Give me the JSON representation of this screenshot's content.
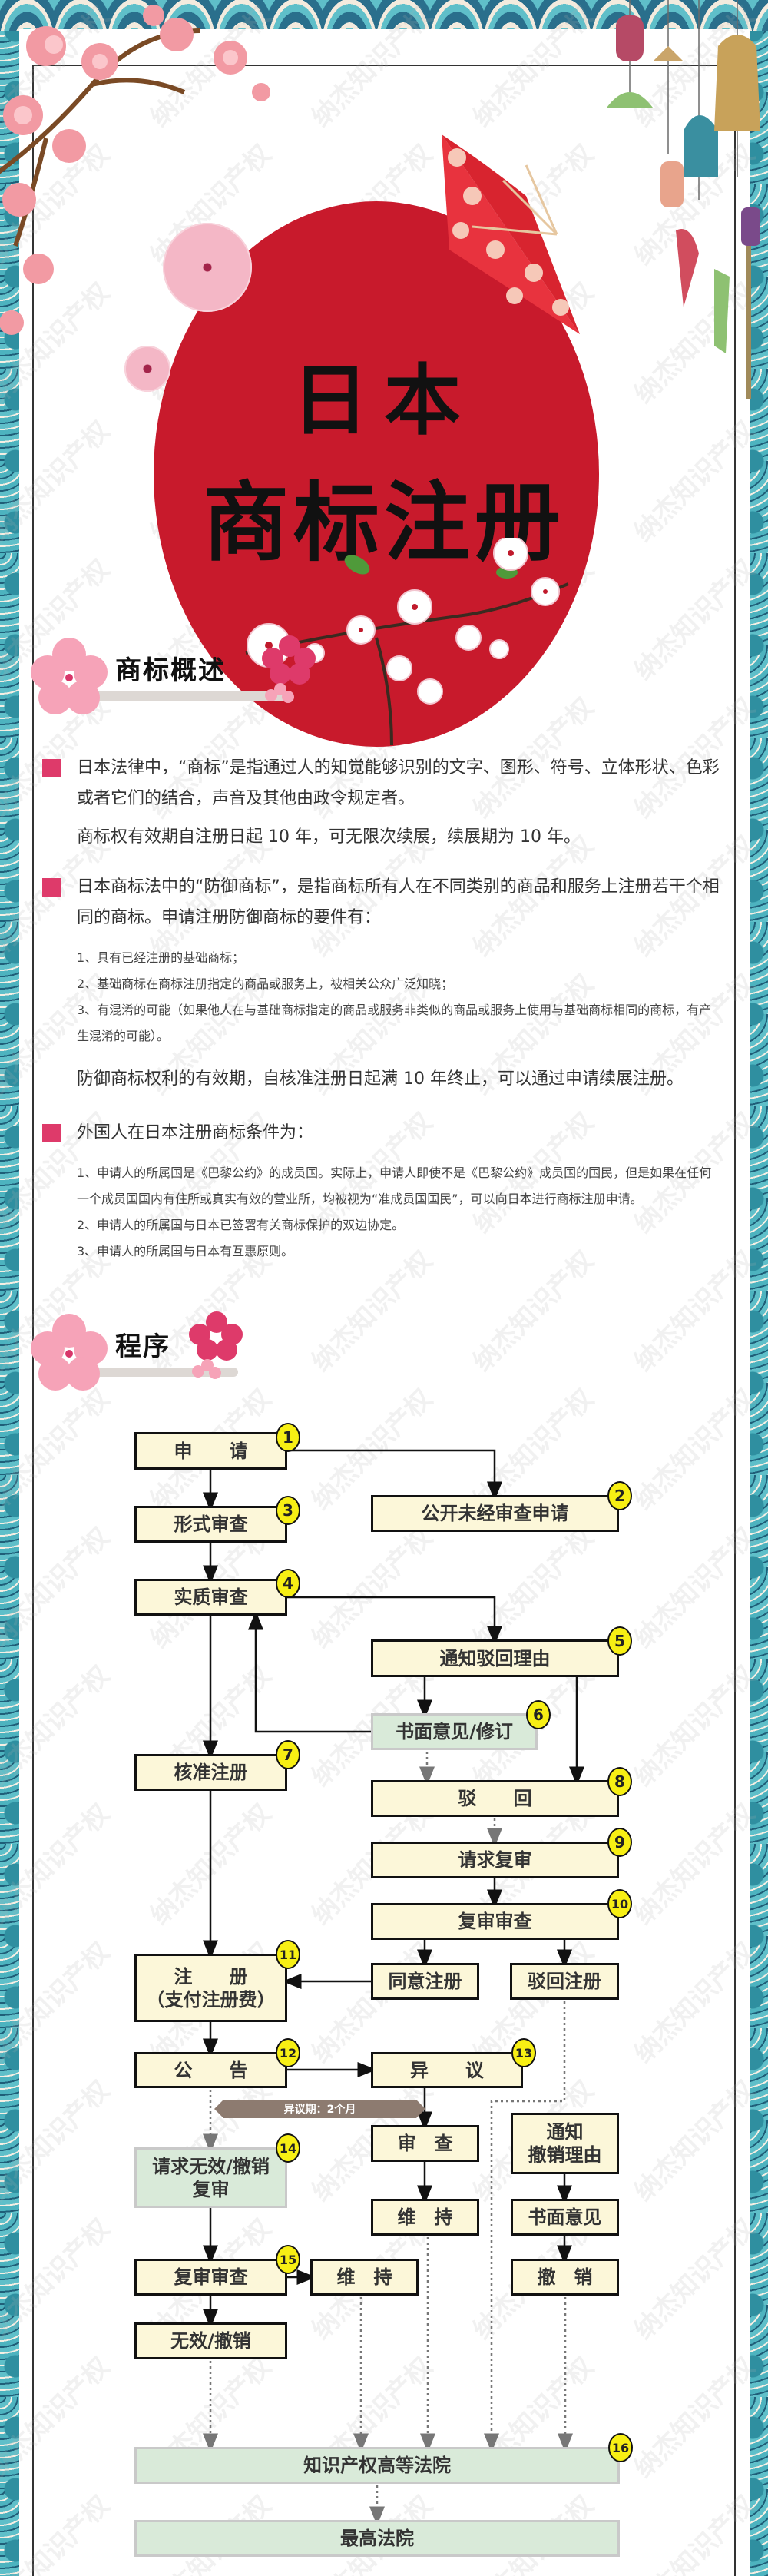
{
  "watermark": "纳杰知识产权",
  "hero": {
    "title_line1": "日本",
    "title_line2": "商标注册",
    "sun_color": "#c81a2c"
  },
  "overview": {
    "heading": "商标概述",
    "bullet_color": "#de3a6a",
    "items": [
      {
        "text": "日本法律中，“商标”是指通过人的知觉能够识别的文字、图形、符号、立体形状、色彩或者它们的结合，声音及其他由政令规定者。",
        "note": "商标权有效期自注册日起 10 年，可无限次续展，续展期为 10 年。"
      },
      {
        "text": "日本商标法中的“防御商标”，是指商标所有人在不同类别的商品和服务上注册若干个相同的商标。申请注册防御商标的要件有：",
        "sub": [
          "1、具有已经注册的基础商标；",
          "2、基础商标在商标注册指定的商品或服务上，被相关公众广泛知晓；",
          "3、有混淆的可能（如果他人在与基础商标指定的商品或服务非类似的商品或服务上使用与基础商标相同的商标，有产生混淆的可能）。"
        ],
        "note": "防御商标权利的有效期，自核准注册日起满 10 年终止，可以通过申请续展注册。"
      },
      {
        "text": "外国人在日本注册商标条件为：",
        "sub": [
          "1、申请人的所属国是《巴黎公约》的成员国。实际上，申请人即使不是《巴黎公约》成员国的国民，但是如果在任何一个成员国国内有住所或真实有效的营业所，均被视为“准成员国国民”，可以向日本进行商标注册申请。",
          "2、申请人的所属国与日本已签署有关商标保护的双边协定。",
          "3、申请人的所属国与日本有互惠原则。"
        ]
      }
    ]
  },
  "procedure": {
    "heading": "程序",
    "nodes": {
      "n1": {
        "label": "申　　请",
        "badge": "1"
      },
      "n2": {
        "label": "公开未经审查申请",
        "badge": "2"
      },
      "n3": {
        "label": "形式审查",
        "badge": "3"
      },
      "n4": {
        "label": "实质审查",
        "badge": "4"
      },
      "n5": {
        "label": "通知驳回理由",
        "badge": "5"
      },
      "n6": {
        "label": "书面意见/修订",
        "badge": "6"
      },
      "n7": {
        "label": "核准注册",
        "badge": "7"
      },
      "n8": {
        "label": "驳　　回",
        "badge": "8"
      },
      "n9": {
        "label": "请求复审",
        "badge": "9"
      },
      "n10": {
        "label": "复审审查",
        "badge": "10"
      },
      "agree": {
        "label": "同意注册"
      },
      "refuse_reg": {
        "label": "驳回注册"
      },
      "n11": {
        "label": "注　　册",
        "label2": "（支付注册费）",
        "badge": "11"
      },
      "n12": {
        "label": "公　　告",
        "badge": "12"
      },
      "n13": {
        "label": "异　　议",
        "badge": "13"
      },
      "opp_period": {
        "label": "异议期：2个月"
      },
      "review": {
        "label": "审　查"
      },
      "notify_cancel": {
        "label": "通知",
        "label2": "撤销理由"
      },
      "n14": {
        "label": "请求无效/撤销",
        "label2": "复审",
        "badge": "14"
      },
      "maintain_r": {
        "label": "维　持"
      },
      "written_opinion": {
        "label": "书面意见"
      },
      "n15": {
        "label": "复审审查",
        "badge": "15"
      },
      "maintain_m": {
        "label": "维　持"
      },
      "cancel": {
        "label": "撤　销"
      },
      "invalid": {
        "label": "无效/撤销"
      },
      "n16": {
        "label": "知识产权高等法院",
        "badge": "16"
      },
      "supreme": {
        "label": "最高法院"
      }
    },
    "colors": {
      "box_fill": "#fcf7d9",
      "box_green": "#d9ead9",
      "badge": "#f7ef14",
      "banner": "#8d7b70"
    }
  }
}
